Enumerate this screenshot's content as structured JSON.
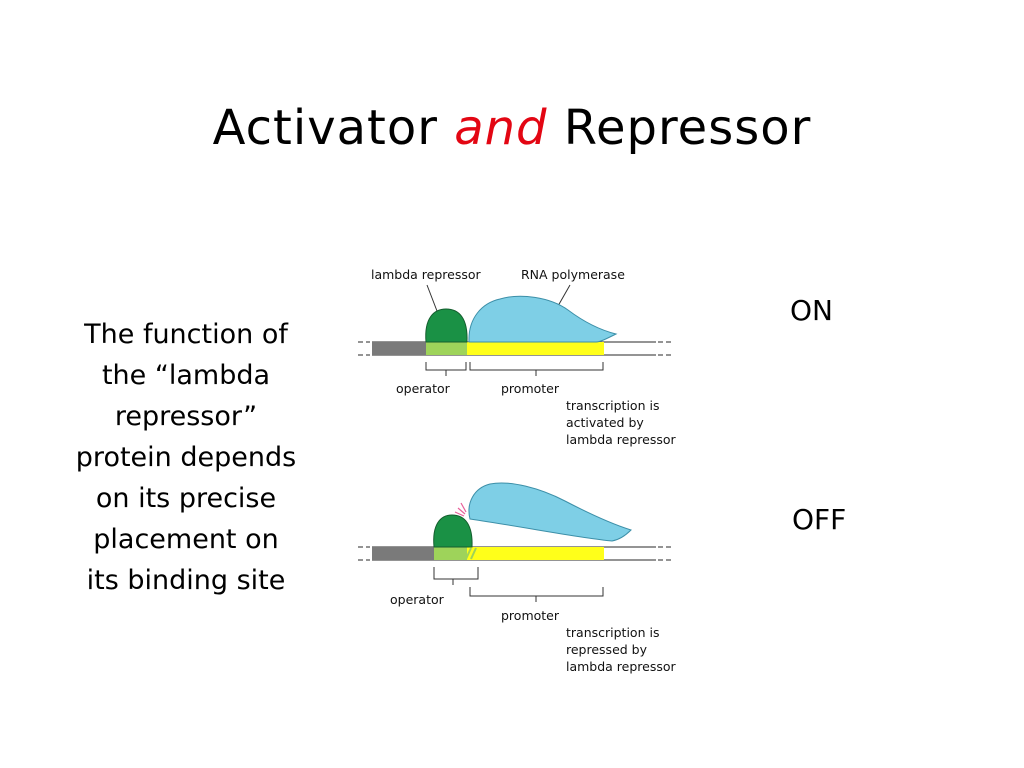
{
  "title": {
    "part1": "Activator",
    "part2": "and",
    "part3": "Repressor",
    "accent_color": "#e30613"
  },
  "description": {
    "lines": [
      "The function of",
      "the “lambda",
      "repressor”",
      "protein depends",
      "on its precise",
      "placement on",
      "its binding site"
    ]
  },
  "state_labels": {
    "on": "ON",
    "off": "OFF"
  },
  "diagram": {
    "top": {
      "repressor_label": "lambda repressor",
      "polymerase_label": "RNA polymerase",
      "operator_label": "operator",
      "promoter_label": "promoter",
      "note_lines": [
        "transcription is",
        "activated by",
        "lambda repressor"
      ]
    },
    "bottom": {
      "operator_label": "operator",
      "promoter_label": "promoter",
      "note_lines": [
        "transcription is",
        "repressed by",
        "lambda repressor"
      ]
    },
    "colors": {
      "repressor": "#1a9145",
      "polymerase": "#7ecfe6",
      "operator": "#9ed35a",
      "promoter": "#ffff1a",
      "dna_dark": "#7a7a7a",
      "clash_mark": "#e8609a"
    }
  }
}
